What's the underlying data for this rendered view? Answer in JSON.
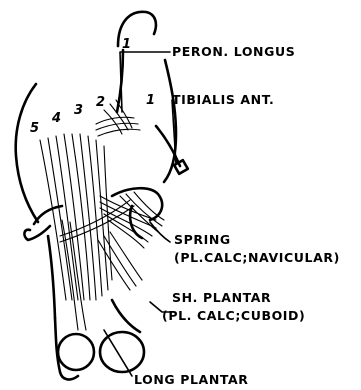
{
  "labels": {
    "peroneus_longus": "PERON. LONGUS",
    "tibialis_anterior": "TIBIALIS  ANT.",
    "spring_line1": "SPRING",
    "spring_line2": "(PL.CALC;NAVICULAR)",
    "short_plantar_line1": "SH. PLANTAR",
    "short_plantar_line2": "(PL. CALC;CUBOID)",
    "long_plantar": "LONG PLANTAR"
  },
  "metatarsal_numbers": {
    "first_upper": "1",
    "first_lower": "1",
    "second": "2",
    "third": "3",
    "fourth": "4",
    "fifth": "5"
  },
  "colors": {
    "ink": "#000000",
    "paper": "#ffffff"
  }
}
